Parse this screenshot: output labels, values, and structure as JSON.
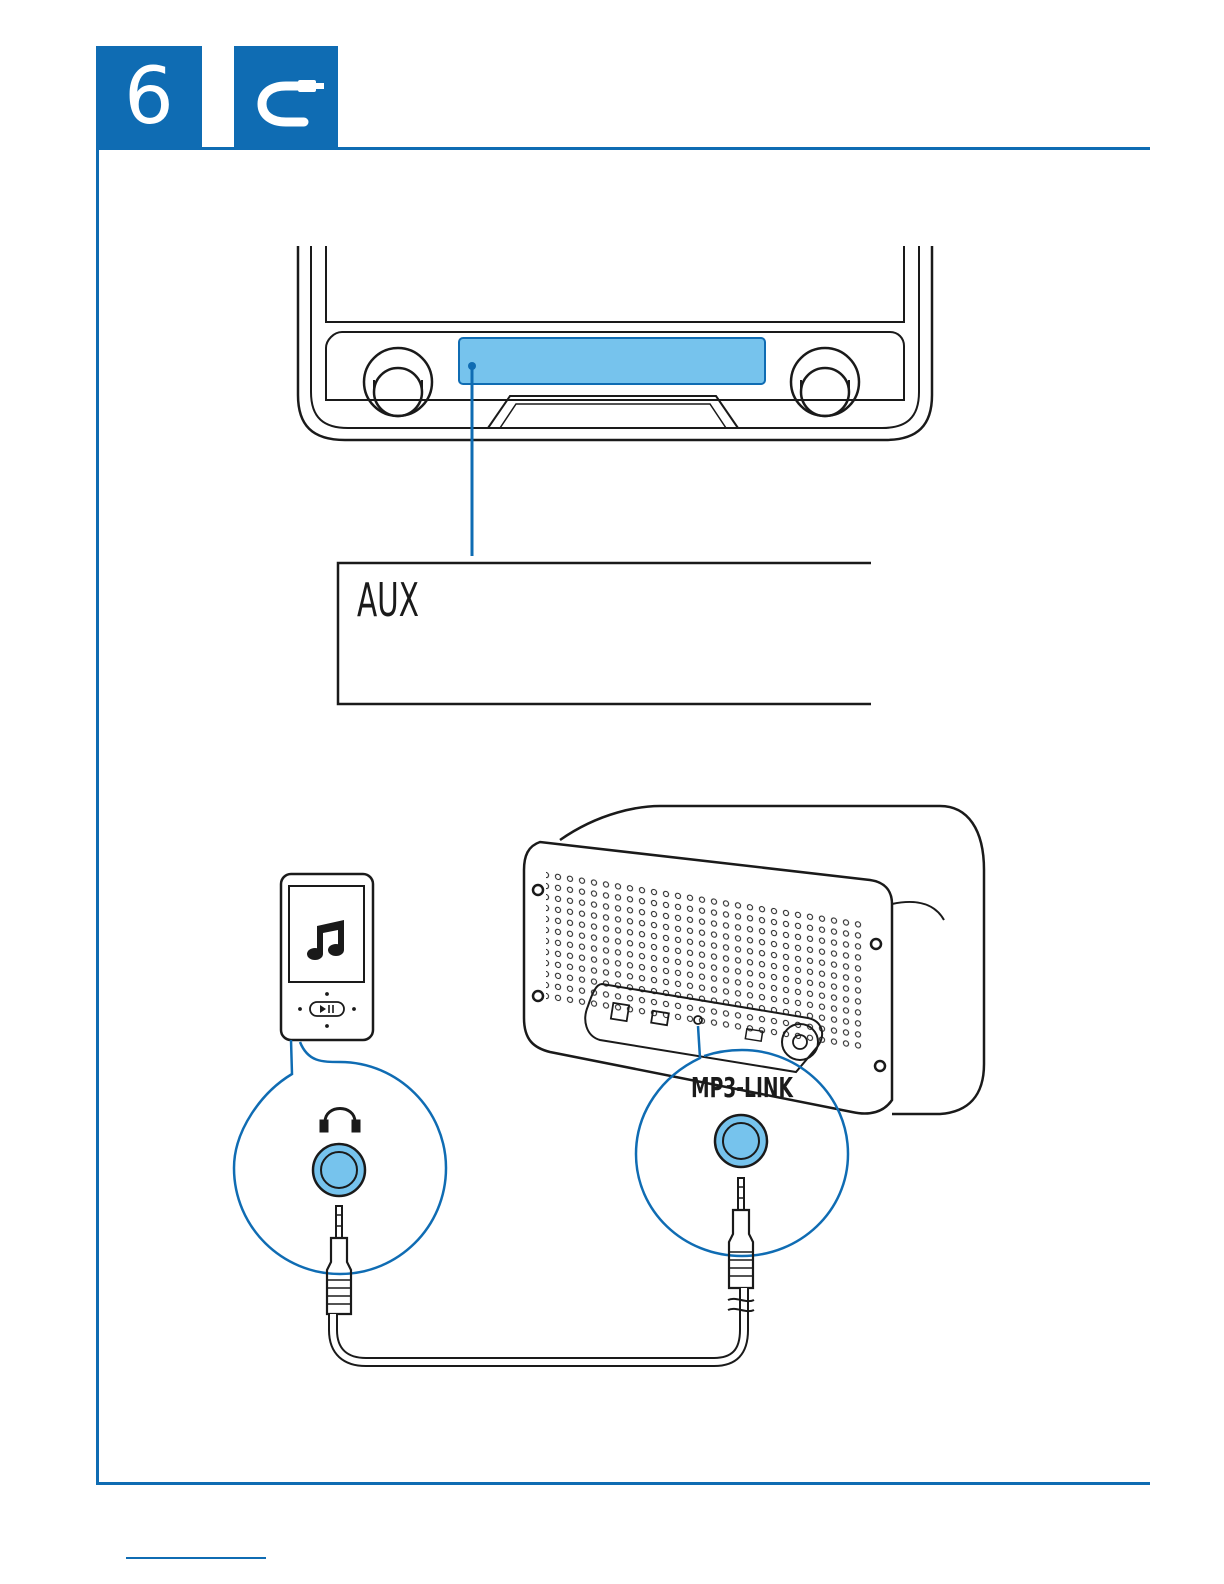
{
  "header": {
    "step_number": "6",
    "step_icon": "cable-plug-icon"
  },
  "display": {
    "label": "AUX"
  },
  "connection": {
    "player_port_icon": "headphone-icon",
    "radio_port_label": "MP3-LINK"
  },
  "colors": {
    "brand_blue": "#0f6cb3",
    "highlight_blue": "#76c3ed",
    "line_black": "#1a1a1a"
  }
}
